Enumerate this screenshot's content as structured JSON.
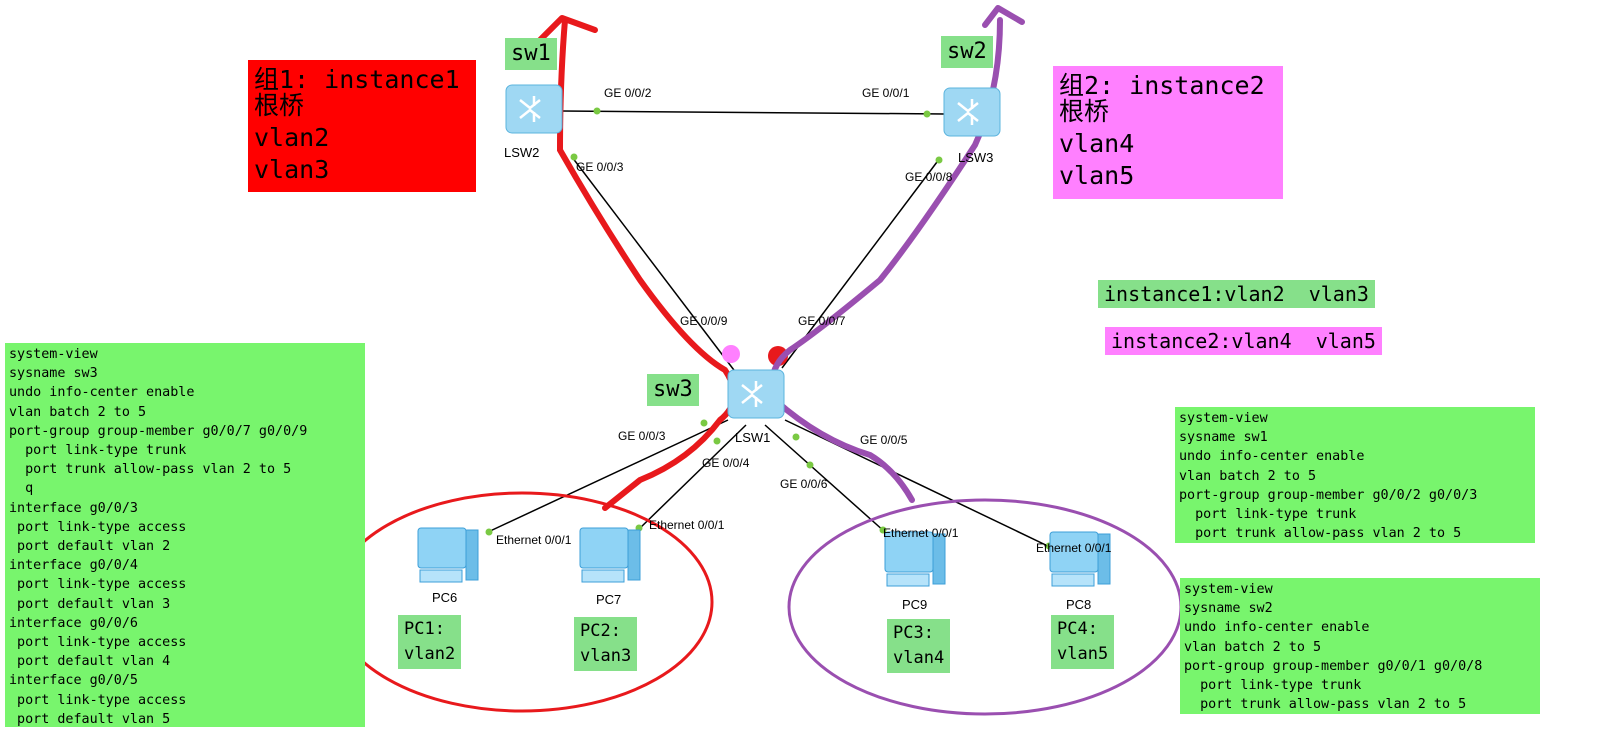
{
  "switches": {
    "sw1": {
      "tag": "sw1",
      "name": "LSW2"
    },
    "sw2": {
      "tag": "sw2",
      "name": "LSW3"
    },
    "sw3": {
      "tag": "sw3",
      "name": "LSW1"
    }
  },
  "groups": {
    "group1": {
      "line1": "组1: instance1",
      "line2": "根桥",
      "line3": "vlan2",
      "line4": "vlan3",
      "color": "#ff0000"
    },
    "group2": {
      "line1": "组2: instance2",
      "line2": "根桥",
      "line3": "vlan4",
      "line4": "vlan5",
      "color": "#ff80ff"
    }
  },
  "instances": {
    "inst1": "instance1:vlan2  vlan3",
    "inst2": "instance2:vlan4  vlan5"
  },
  "ports": {
    "sw1_ge002": "GE 0/0/2",
    "sw2_ge001": "GE 0/0/1",
    "sw1_ge003": "GE 0/0/3",
    "sw2_ge008": "GE 0/0/8",
    "sw3_ge009": "GE 0/0/9",
    "sw3_ge007": "GE 0/0/7",
    "sw3_ge003": "GE 0/0/3",
    "sw3_ge004": "GE 0/0/4",
    "sw3_ge005": "GE 0/0/5",
    "sw3_ge006": "GE 0/0/6",
    "pc6_eth": "Ethernet 0/0/1",
    "pc7_eth": "Ethernet 0/0/1",
    "pc9_eth": "Ethernet 0/0/1",
    "pc8_eth": "Ethernet 0/0/1"
  },
  "pcs": {
    "pc6": {
      "name": "PC6",
      "label": "PC1:\nvlan2"
    },
    "pc7": {
      "name": "PC7",
      "label": "PC2:\nvlan3"
    },
    "pc9": {
      "name": "PC9",
      "label": "PC3:\nvlan4"
    },
    "pc8": {
      "name": "PC8",
      "label": "PC4:\nvlan5"
    }
  },
  "configs": {
    "sw3": "system-view\nsysname sw3\nundo info-center enable\nvlan batch 2 to 5\nport-group group-member g0/0/7 g0/0/9\n  port link-type trunk\n  port trunk allow-pass vlan 2 to 5\n  q\ninterface g0/0/3\n port link-type access\n port default vlan 2\ninterface g0/0/4\n port link-type access\n port default vlan 3\ninterface g0/0/6\n port link-type access\n port default vlan 4\ninterface g0/0/5\n port link-type access\n port default vlan 5",
    "sw1": "system-view\nsysname sw1\nundo info-center enable\nvlan batch 2 to 5\nport-group group-member g0/0/2 g0/0/3\n  port link-type trunk\n  port trunk allow-pass vlan 2 to 5",
    "sw2": "system-view\nsysname sw2\nundo info-center enable\nvlan batch 2 to 5\nport-group group-member g0/0/1 g0/0/8\n  port link-type trunk\n  port trunk allow-pass vlan 2 to 5"
  },
  "colors": {
    "instance1_path": "#e8191c",
    "instance2_path": "#9a4fb0",
    "green_tag": "#86e08a",
    "config_bg": "#78f56d",
    "pink_box": "#ff80ff",
    "red_box": "#ff0000"
  }
}
